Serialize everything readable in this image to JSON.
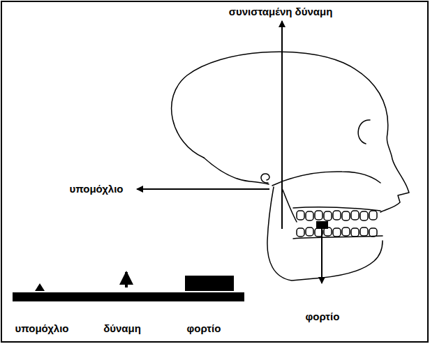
{
  "diagram": {
    "labels": [
      "συνισταμένη δύναμη",
      "υπομόχλιο",
      "φορτίο",
      "υπομόχλιο",
      "δύναμη",
      "φορτίο"
    ]
  }
}
